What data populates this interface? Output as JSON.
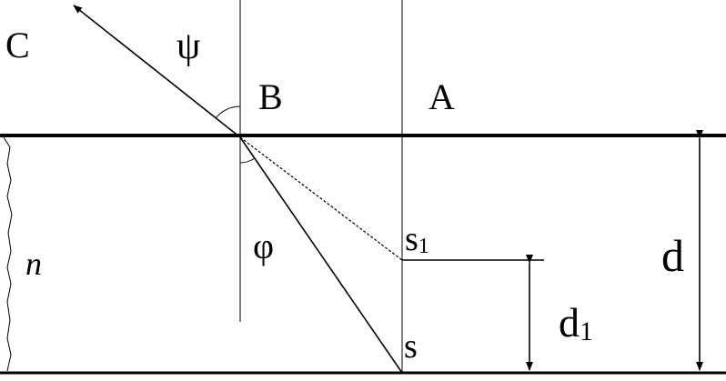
{
  "labels": {
    "C": "C",
    "psi": "ψ",
    "B": "B",
    "A": "A",
    "phi": "φ",
    "n": "n",
    "s1_base": "s",
    "s1_sub": "1",
    "s": "s",
    "d": "d",
    "d1_base": "d",
    "d1_sub": "1"
  },
  "colors": {
    "ink": "#000000",
    "background": "#ffffff"
  }
}
